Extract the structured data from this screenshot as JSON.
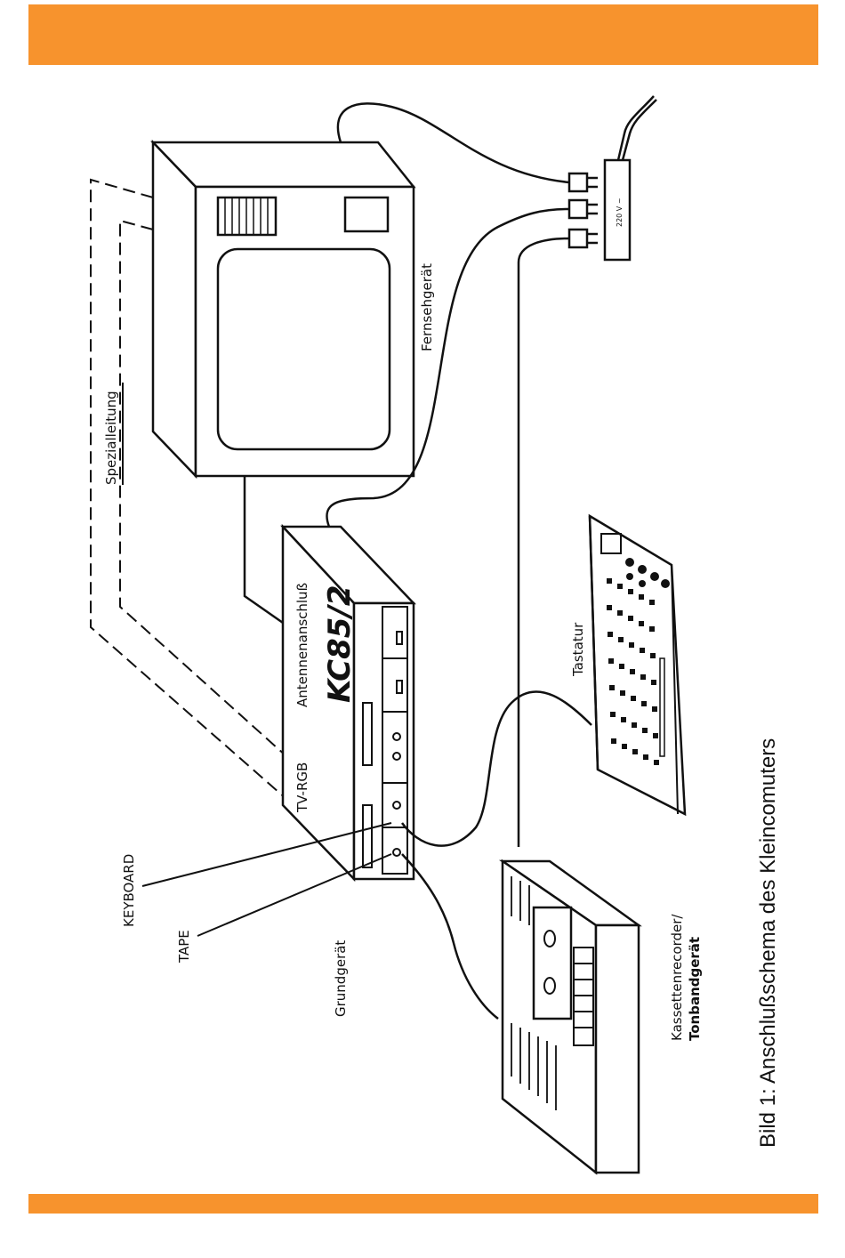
{
  "colors": {
    "accent_bar": "#F7932D",
    "ink": "#111111",
    "paper": "#FFFFFF"
  },
  "labels": {
    "spezialleitung": "Spezialleitung",
    "fernsehgeraet": "Fernsehgerät",
    "antennenanschluss": "Antennenanschluß",
    "tv_rgb": "TV-RGB",
    "brand": "KC85/2",
    "keyboard": "KEYBOARD",
    "tape": "TAPE",
    "grundgeraet": "Grundgerät",
    "tastatur": "Tastatur",
    "kassettenrecorder": "Kassettenrecorder/",
    "tonbandgeraet": "Tonbandgerät",
    "voltage": "220 V ~"
  },
  "caption": "Bild 1: Anschlußschema des Kleincomuters"
}
